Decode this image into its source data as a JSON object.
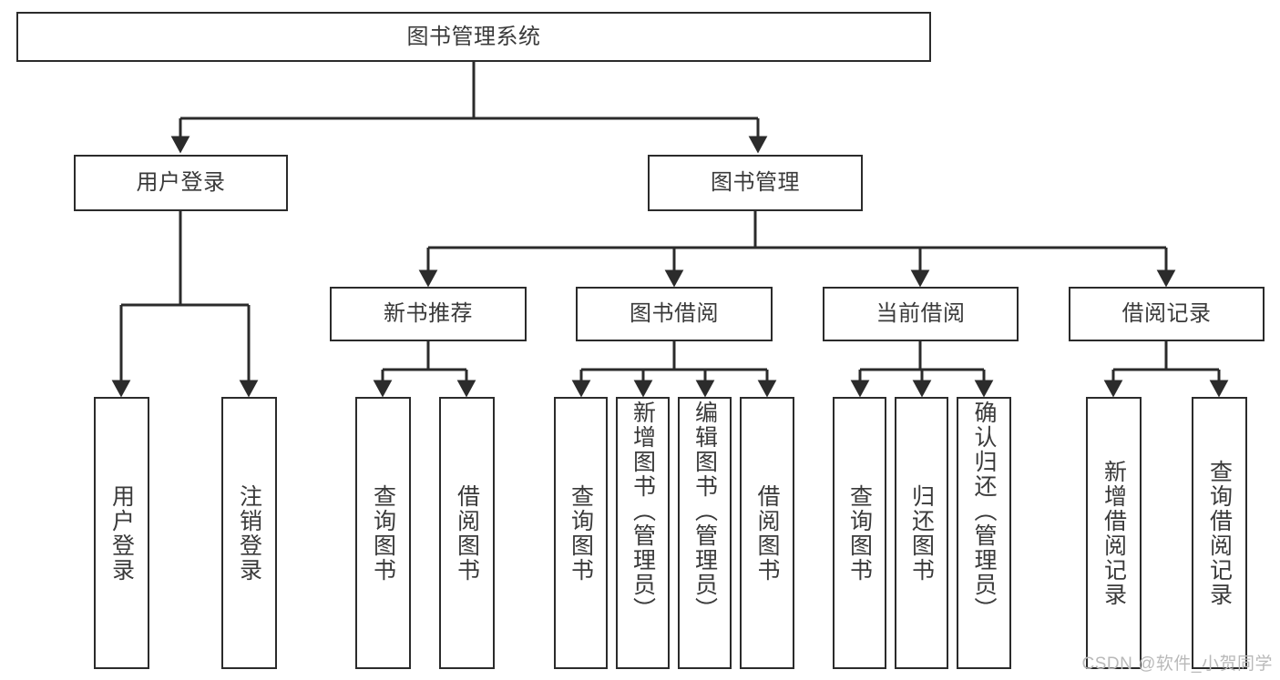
{
  "diagram": {
    "title": "图书管理系统",
    "watermark": "CSDN @软件_小贺同学",
    "line_color": "#2b2b2b",
    "text_color": "#3a3a3a",
    "background": "#ffffff",
    "root": {
      "label": "图书管理系统"
    },
    "level2": [
      {
        "label": "用户登录"
      },
      {
        "label": "图书管理"
      }
    ],
    "level3": [
      {
        "label": "新书推荐"
      },
      {
        "label": "图书借阅"
      },
      {
        "label": "当前借阅"
      },
      {
        "label": "借阅记录"
      }
    ],
    "leaves": {
      "user_login": [
        {
          "label": "用户登录"
        },
        {
          "label": "注销登录"
        }
      ],
      "new_book": [
        {
          "label": "查询图书"
        },
        {
          "label": "借阅图书"
        }
      ],
      "book_borrow": [
        {
          "label": "查询图书"
        },
        {
          "label": "新增图书（管理员）"
        },
        {
          "label": "编辑图书（管理员）"
        },
        {
          "label": "借阅图书"
        }
      ],
      "current_borrow": [
        {
          "label": "查询图书"
        },
        {
          "label": "归还图书"
        },
        {
          "label": "确认归还（管理员）"
        }
      ],
      "borrow_record": [
        {
          "label": "新增借阅记录"
        },
        {
          "label": "查询借阅记录"
        }
      ]
    }
  }
}
